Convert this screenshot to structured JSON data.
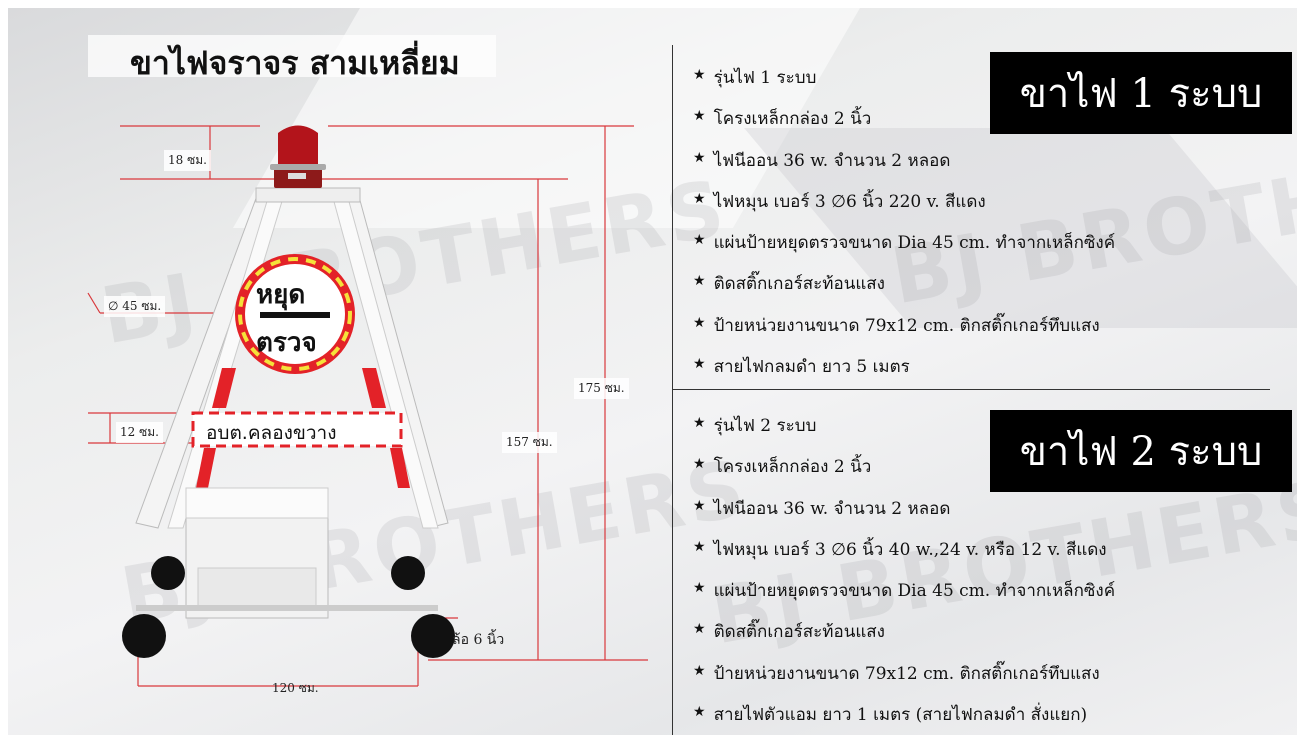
{
  "title": "ขาไฟจราจร สามเหลี่ยม",
  "watermark": "BJ BROTHERS",
  "product": {
    "sign_top": "หยุด",
    "sign_bottom": "ตรวจ",
    "plate": "อบต.คลองขวาง",
    "dimensions": {
      "beacon_height": "18 ซม.",
      "sign_diameter": "45 ซม.",
      "sign_diameter_symbol": "∅",
      "plate_height": "12 ซม.",
      "total_height": "175 ซม.",
      "frame_height": "157 ซม.",
      "wheel": "ล้อ 6 นิ้ว",
      "width": "120 ซม."
    }
  },
  "models": [
    {
      "badge": "ขาไฟ 1 ระบบ",
      "features": [
        "รุ่นไฟ 1 ระบบ",
        "โครงเหล็กกล่อง 2 นิ้ว",
        "ไฟนีออน 36 w. จำนวน 2 หลอด",
        "ไฟหมุน เบอร์ 3  ∅6 นิ้ว 220 v. สีแดง",
        "แผ่นป้ายหยุดตรวจขนาด Dia 45 cm. ทำจากเหล็กซิงค์",
        "ติดสติ๊กเกอร์สะท้อนแสง",
        "ป้ายหน่วยงานขนาด 79x12 cm. ติกสติ๊กเกอร์ทึบแสง",
        "สายไฟกลมดำ ยาว 5 เมตร"
      ]
    },
    {
      "badge": "ขาไฟ 2 ระบบ",
      "features": [
        "รุ่นไฟ 2 ระบบ",
        "โครงเหล็กกล่อง 2 นิ้ว",
        "ไฟนีออน 36 w. จำนวน 2 หลอด",
        "ไฟหมุน เบอร์ 3  ∅6 นิ้ว 40 w.,24 v. หรือ 12 v. สีแดง",
        "แผ่นป้ายหยุดตรวจขนาด Dia 45 cm. ทำจากเหล็กซิงค์",
        "ติดสติ๊กเกอร์สะท้อนแสง",
        "ป้ายหน่วยงานขนาด 79x12 cm. ติกสติ๊กเกอร์ทึบแสง",
        "สายไฟตัวแอม ยาว 1 เมตร (สายไฟกลมดำ สั่งแยก)"
      ]
    }
  ],
  "colors": {
    "accent_red": "#e32228",
    "reflective_yellow": "#f5e23a",
    "badge_bg": "#000000",
    "dimension_line": "#d9383c"
  }
}
